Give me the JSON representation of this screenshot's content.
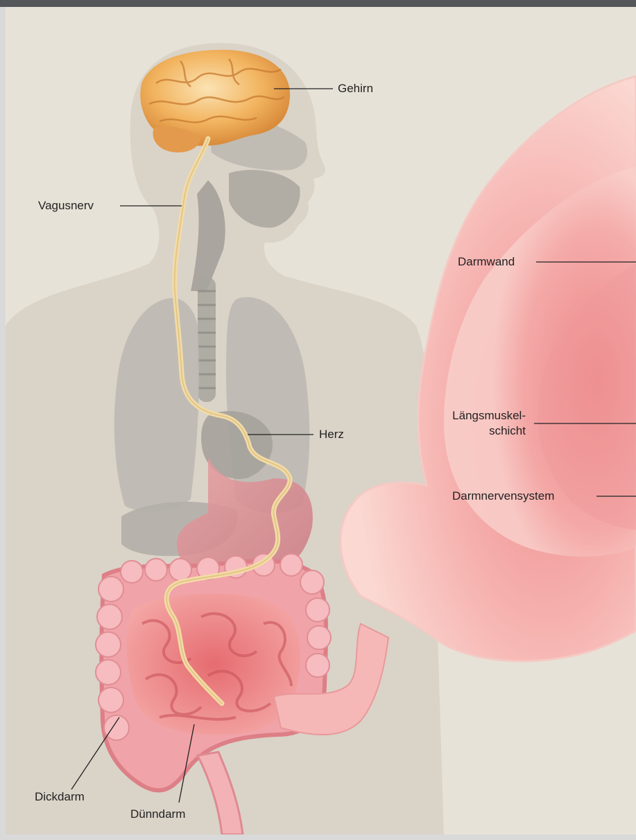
{
  "figure": {
    "colors": {
      "background": "#e7e2d7",
      "top_bar": "#55565a",
      "body_silhouette": "#d8d2c6",
      "organ_gray": "#bcb9b2",
      "brain": "#f2b45f",
      "vagus_nerve": "#f3dca6",
      "intestine_pink": "#f08a8c",
      "intestine_light": "#f9c8c4",
      "leader_line": "#222222"
    },
    "labels": {
      "gehirn": "Gehirn",
      "vagusnerv": "Vagusnerv",
      "herz": "Herz",
      "dickdarm": "Dickdarm",
      "duenndarm": "Dünndarm",
      "darmwand": "Darmwand",
      "laengsmuskel_1": "Längsmuskel-",
      "laengsmuskel_2": "schicht",
      "darmnervensystem": "Darmnervensystem"
    }
  }
}
